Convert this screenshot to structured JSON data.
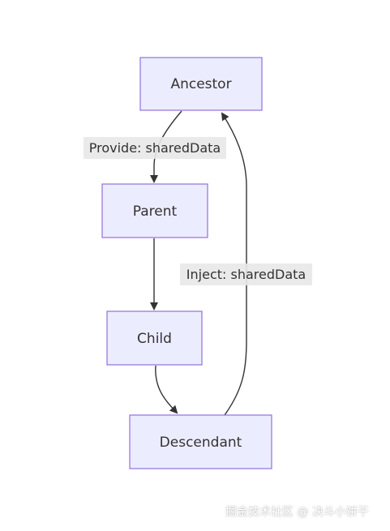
{
  "diagram": {
    "nodes": {
      "ancestor": "Ancestor",
      "parent": "Parent",
      "child": "Child",
      "descendant": "Descendant"
    },
    "edges": {
      "provide": "Provide: sharedData",
      "inject": "Inject: sharedData"
    }
  },
  "watermark": "掘金技术社区 @ 决斗小饼干",
  "colors": {
    "node_fill": "#ececff",
    "node_stroke": "#9370db",
    "edge": "#333333",
    "label_bg": "#e8e8e8"
  }
}
